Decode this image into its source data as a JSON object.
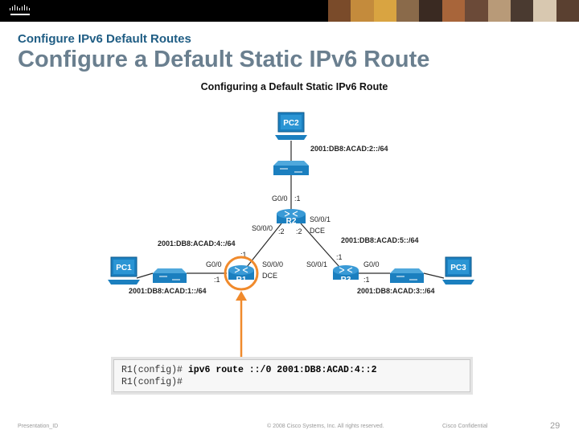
{
  "header": {
    "logo_icon": "cisco-logo-icon",
    "photo_colors": [
      "#7a4b2a",
      "#c48b3c",
      "#d9a441",
      "#8a6a4a",
      "#3a2a22",
      "#a8653a",
      "#6b4a38",
      "#b89a78",
      "#4a3a30",
      "#d8c8b0",
      "#5a4030"
    ]
  },
  "slide": {
    "subtitle": "Configure IPv6 Default Routes",
    "title": "Configure a Default Static IPv6 Route"
  },
  "diagram": {
    "title": "Configuring a Default Static IPv6 Route",
    "devices": {
      "pc1": "PC1",
      "pc2": "PC2",
      "pc3": "PC3",
      "r1": "R1",
      "r2": "R2",
      "r3": "R3"
    },
    "networks": {
      "top": "2001:DB8:ACAD:2::/64",
      "left": "2001:DB8:ACAD:4::/64",
      "right": "2001:DB8:ACAD:5::/64",
      "bottom_left": "2001:DB8:ACAD:1::/64",
      "bottom_right": "2001:DB8:ACAD:3::/64"
    },
    "interfaces": {
      "r2_g00": "G0/0",
      "r2_g00_host": ":1",
      "r2_s000": "S0/0/0",
      "r2_s000_host": ":2",
      "r2_s001": "S0/0/1",
      "r2_s001_host": ":2",
      "r2_dce": "DCE",
      "r1_s001_host": ":1",
      "r1_g00": "G0/0",
      "r1_g00_host": ":1",
      "r1_s000": "S0/0/0",
      "r1_dce": "DCE",
      "r3_s001": "S0/0/1",
      "r3_s001_host": ":1",
      "r3_g00": "G0/0",
      "r3_g00_host": ":1"
    },
    "colors": {
      "device": "#1b7fbf",
      "arrow": "#f08a2c",
      "highlight": "#f08a2c",
      "link": "#2a2a2a"
    }
  },
  "cli": {
    "line1_prompt": "R1(config)# ",
    "line1_cmd": "ipv6 route ::/0 2001:DB8:ACAD:4::2",
    "line2": "R1(config)#"
  },
  "footer": {
    "presentation": "Presentation_ID",
    "copyright": "© 2008 Cisco Systems, Inc. All rights reserved.",
    "confidential": "Cisco Confidential",
    "page": "29"
  }
}
